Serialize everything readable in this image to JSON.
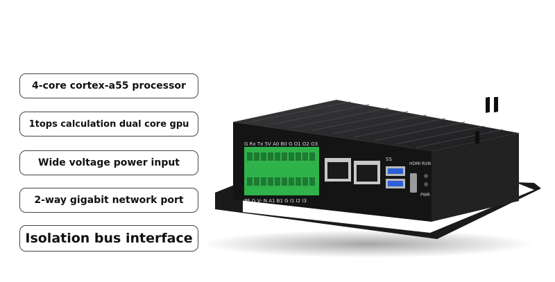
{
  "features": [
    "4-core cortex-a55 processor",
    "1tops calculation dual core gpu",
    "Wide voltage power input",
    "2-way gigabit network port",
    "Isolation bus interface"
  ],
  "device": {
    "top_terminal_labels": [
      "G",
      "Rx",
      "Tx",
      "5V",
      "A0",
      "B0",
      "G",
      "O1",
      "O2",
      "O3"
    ],
    "bottom_terminal_labels": [
      "PE",
      "G",
      "V-",
      "N",
      "A1",
      "B1",
      "G",
      "I1",
      "I2",
      "I3"
    ],
    "usb_label": "SS",
    "hdmi_label": "HDMI",
    "run_label": "RUN",
    "pwr_label": "PWR"
  }
}
